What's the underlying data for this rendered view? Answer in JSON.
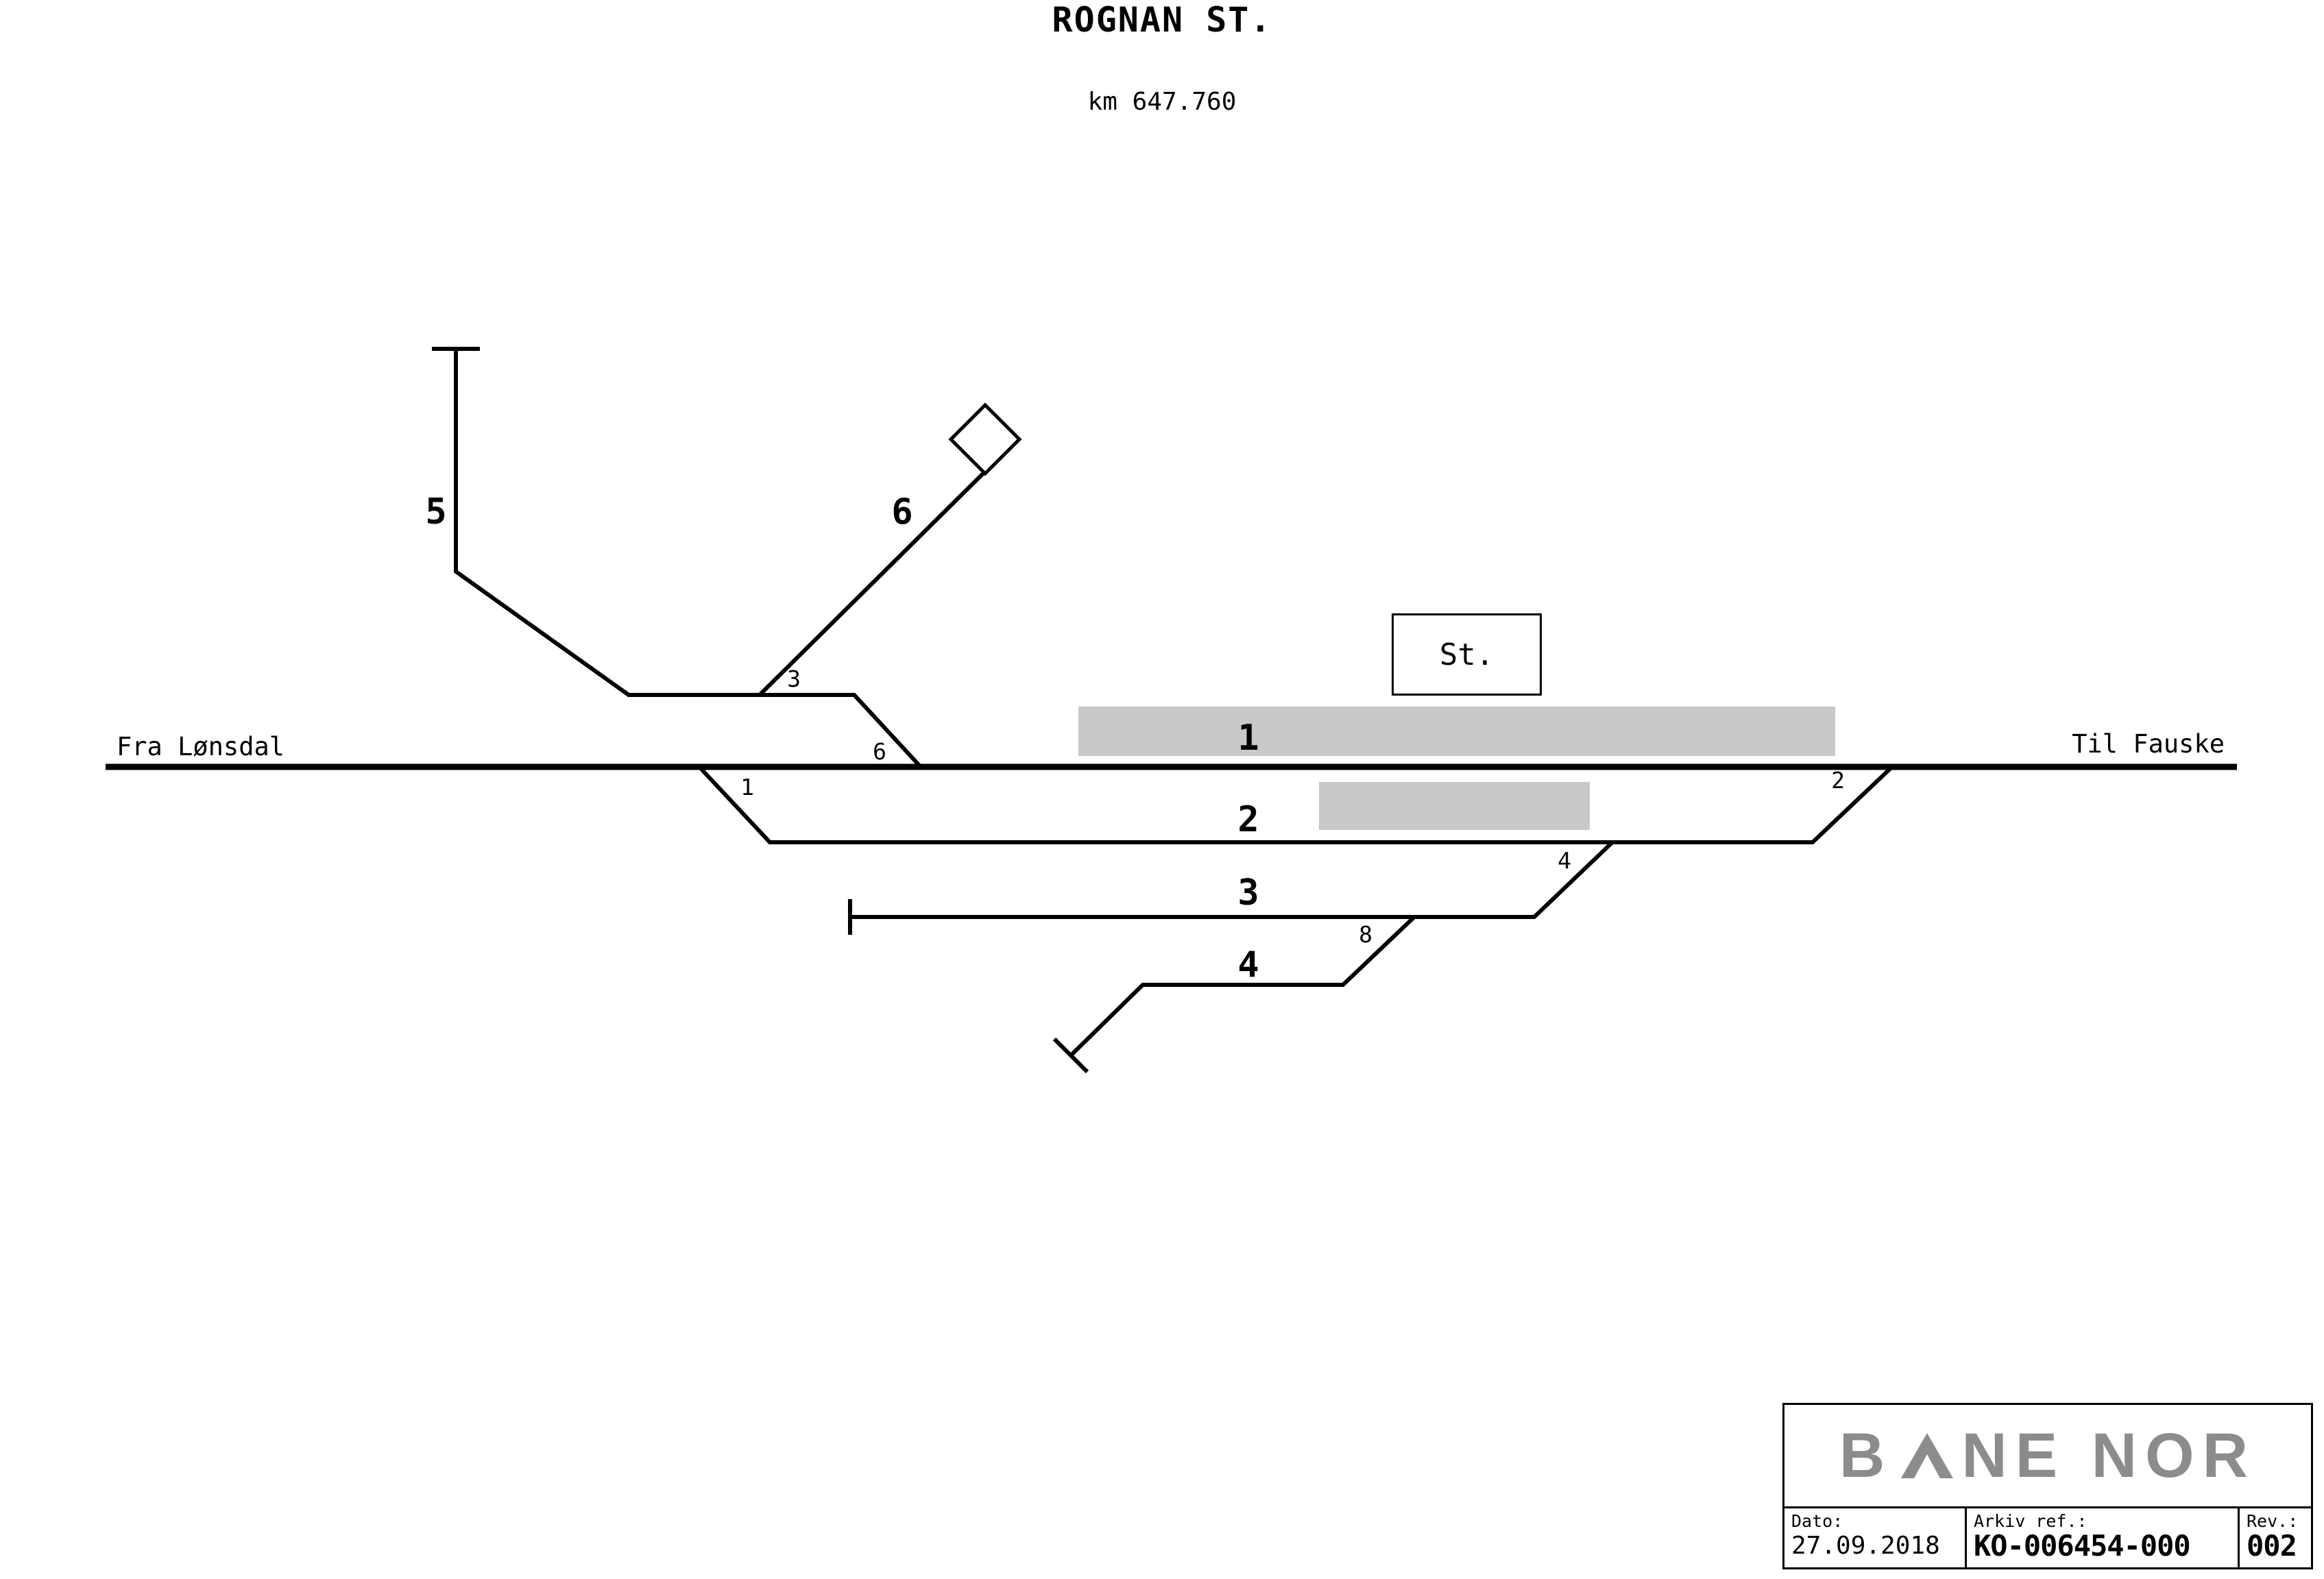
{
  "header": {
    "title": "ROGNAN ST.",
    "subtitle": "km 647.760"
  },
  "diagram": {
    "from_label": "Fra Lønsdal",
    "to_label": "Til Fauske",
    "station_box_label": "St.",
    "tracks": {
      "t1": "1",
      "t2": "2",
      "t3": "3",
      "t4": "4",
      "t5": "5",
      "t6": "6"
    },
    "switches": {
      "s1": "1",
      "s2": "2",
      "s3": "3",
      "s4": "4",
      "s6": "6",
      "s8": "8"
    },
    "colors": {
      "platform": "#c9c9c9",
      "line": "#000000"
    }
  },
  "title_block": {
    "logo_left": "B",
    "logo_right": "NE NOR",
    "logo_color": "#8c8c8c",
    "date_label": "Dato:",
    "date_value": "27.09.2018",
    "ref_label": "Arkiv ref.:",
    "ref_value": "KO-006454-000",
    "rev_label": "Rev.:",
    "rev_value": "002"
  }
}
